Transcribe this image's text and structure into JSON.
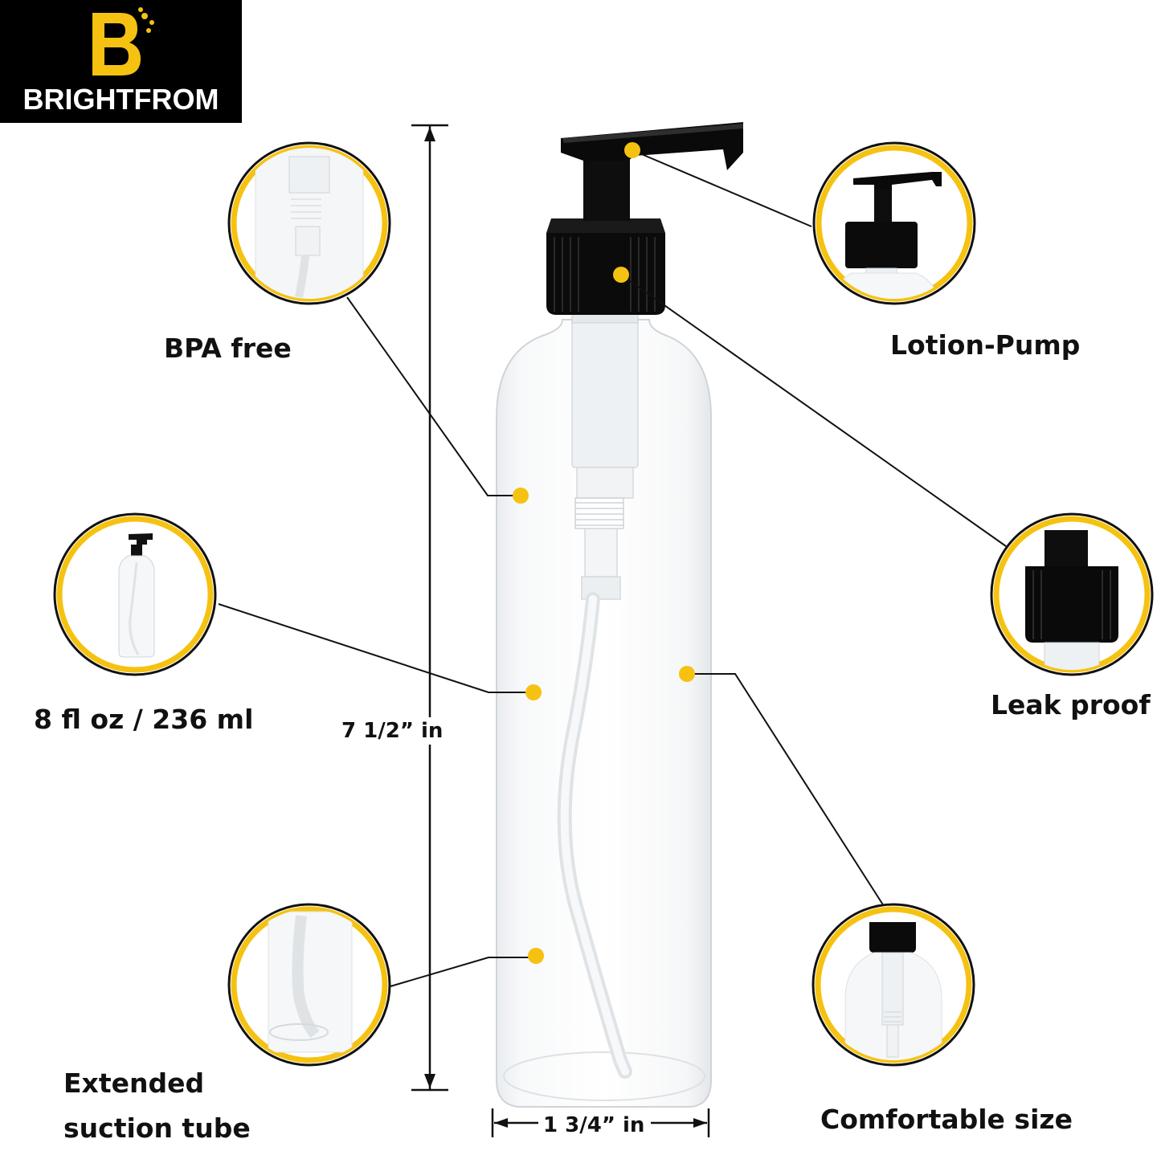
{
  "brand": {
    "name": "BRIGHTFROM",
    "accent_color": "#F5C211"
  },
  "features": {
    "bpa_free": "BPA free",
    "capacity": "8 fl oz / 236 ml",
    "tube": [
      "Extended",
      "suction tube"
    ],
    "pump": "Lotion-Pump",
    "leak": "Leak proof",
    "size": "Comfortable size"
  },
  "dimensions": {
    "height": "7 1/2” in",
    "width": "1 3/4” in"
  },
  "icons": [
    "brand-logo-icon",
    "bottle-icon",
    "pump-icon",
    "cap-icon",
    "tube-icon"
  ]
}
